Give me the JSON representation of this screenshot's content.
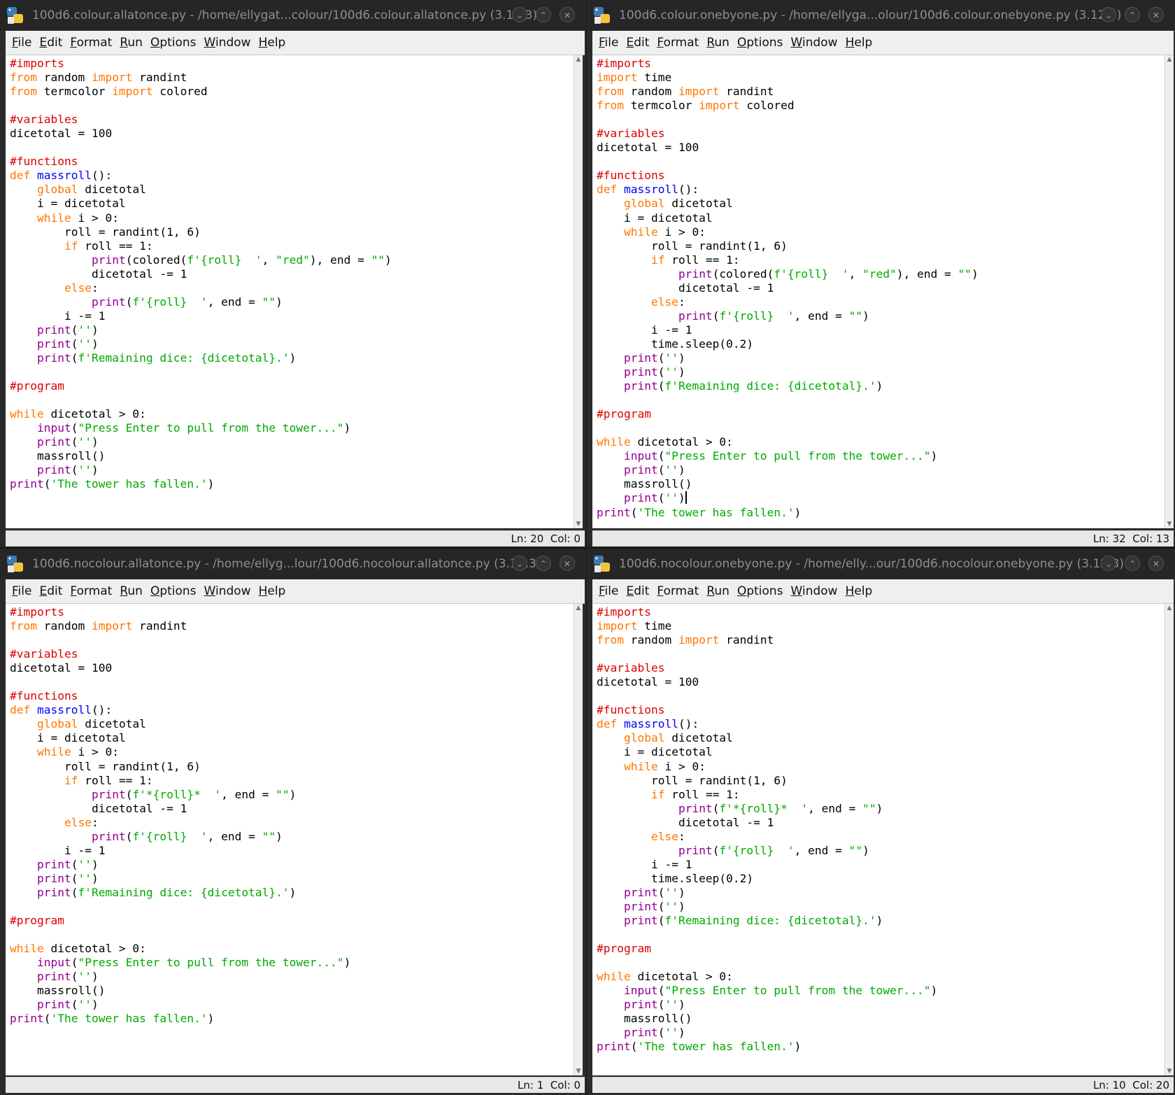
{
  "windows": [
    {
      "title": "100d6.colour.allatonce.py - /home/ellygat...colour/100d6.colour.allatonce.py (3.12.3)",
      "status": {
        "line": "Ln: 20",
        "col": "Col: 0"
      }
    },
    {
      "title": "100d6.colour.onebyone.py - /home/ellyga...olour/100d6.colour.onebyone.py (3.12.3)",
      "status": {
        "line": "Ln: 32",
        "col": "Col: 13"
      }
    },
    {
      "title": "100d6.nocolour.allatonce.py - /home/ellyg...lour/100d6.nocolour.allatonce.py (3.12.3)",
      "status": {
        "line": "Ln: 1",
        "col": "Col: 0"
      }
    },
    {
      "title": "100d6.nocolour.onebyone.py - /home/elly...our/100d6.nocolour.onebyone.py (3.12.3)",
      "status": {
        "line": "Ln: 10",
        "col": "Col: 20"
      }
    }
  ],
  "menu": [
    "File",
    "Edit",
    "Format",
    "Run",
    "Options",
    "Window",
    "Help"
  ],
  "icons": {
    "app": "python-idle-icon",
    "minimize": "chevron-down-icon",
    "maximize": "chevron-up-icon",
    "close": "close-icon"
  },
  "syntax_colors": {
    "keyword": "#ff7700",
    "comment": "#dd0000",
    "string": "#00aa00",
    "builtin": "#900090",
    "definition": "#0000ff"
  }
}
